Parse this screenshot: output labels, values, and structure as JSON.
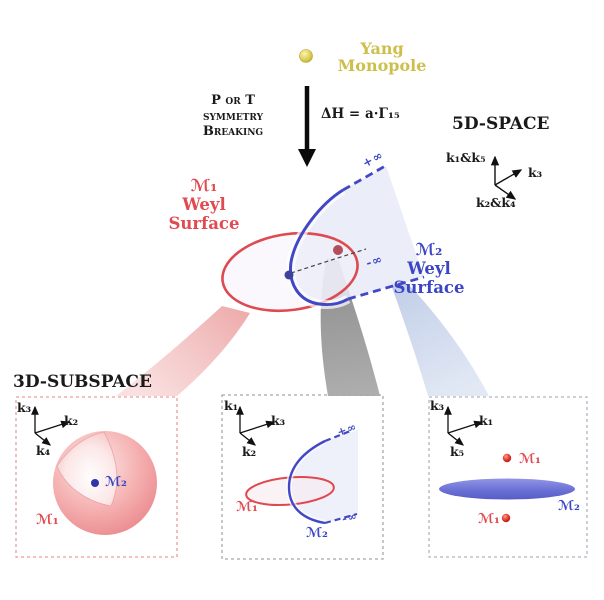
{
  "figure": {
    "monopole": {
      "name_line1": "Yang",
      "name_line2": "Monopole"
    },
    "perturbation": {
      "line1": "P or T",
      "line2": "symmetry",
      "line3": "Breaking",
      "equation": "ΔH = a·Γ₁₅"
    },
    "space5d": {
      "title": "5D-SPACE",
      "axis_up": "k₁&k₅",
      "axis_right": "k₃",
      "axis_downright": "k₂&k₄"
    },
    "weyl1": {
      "symbol": "ℳ₁",
      "line2": "Weyl",
      "line3": "Surface"
    },
    "weyl2": {
      "symbol": "ℳ₂",
      "line2": "Weyl",
      "line3": "Surface"
    },
    "plus_infinity": "+∞",
    "minus_infinity": "-∞",
    "subspace_title": "3D-SUBSPACE",
    "panel_left": {
      "axis_up": "k₃",
      "axis_upright": "k₂",
      "axis_downright": "k₄",
      "m1": "ℳ₁",
      "m2": "ℳ₂"
    },
    "panel_middle": {
      "axis_up": "k₁",
      "axis_upright": "k₃",
      "axis_downright": "k₂",
      "m1": "ℳ₁",
      "m2": "ℳ₂",
      "plus_infinity": "+∞",
      "minus_infinity": "-∞"
    },
    "panel_right": {
      "axis_up": "k₃",
      "axis_upright": "k₁",
      "axis_downright": "k₅",
      "m1_top": "ℳ₁",
      "m2": "ℳ₂",
      "m1_bottom": "ℳ₁"
    }
  },
  "colors": {
    "weyl1_red": "#e04a50",
    "weyl2_blue": "#3c46c4",
    "monopole_gold": "#cdbf4a",
    "beam_pink": "#f0b8b8",
    "beam_gray": "#9a9a9a",
    "beam_blue": "#c9d4ec"
  }
}
